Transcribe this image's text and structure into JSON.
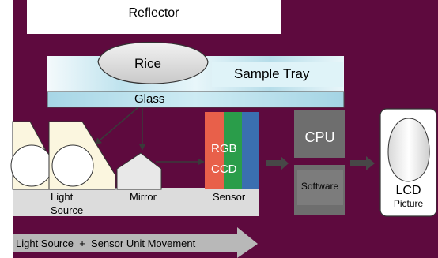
{
  "reflector_label": "Reflector",
  "rice_label": "Rice",
  "sample_tray_label": "Sample Tray",
  "glass_label": "Glass",
  "light_source_label": [
    "Light",
    "Source"
  ],
  "mirror_label": "Mirror",
  "sensor_label": "Sensor",
  "rgb_ccd_label": [
    "RGB",
    "CCD"
  ],
  "cpu_label": "CPU",
  "software_label": "Software",
  "lcd_label": "LCD",
  "picture_label": "Picture",
  "movement_label": "Light Source  +  Sensor Unit Movement",
  "colors": {
    "background": "#5e0a3e",
    "sensor_red": "#e8604a",
    "sensor_green": "#2a9d4a",
    "sensor_blue": "#3a6fb0",
    "cpu_gray": "#6e6e6e",
    "arrow_gray": "#b8b8b8"
  }
}
